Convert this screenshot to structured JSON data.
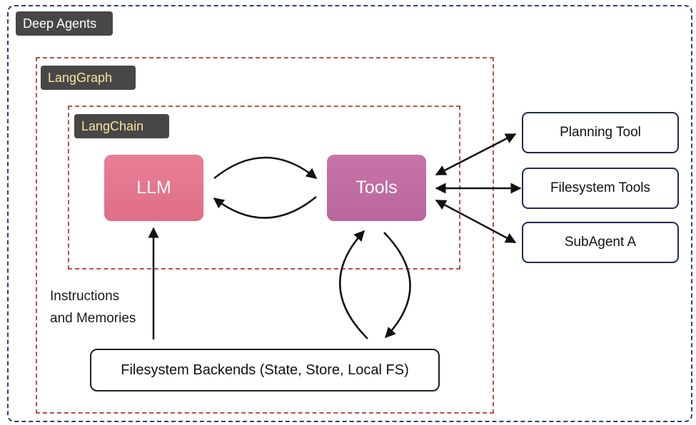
{
  "frames": {
    "deep_agents": "Deep Agents",
    "langgraph": "LangGraph",
    "langchain": "LangChain"
  },
  "nodes": {
    "llm": "LLM",
    "tools": "Tools"
  },
  "tool_targets": {
    "planning": "Planning Tool",
    "filesystem": "Filesystem Tools",
    "subagent": "SubAgent A"
  },
  "backends": "Filesystem Backends (State, Store, Local FS)",
  "instructions_label": {
    "line1": "Instructions",
    "line2": "and Memories"
  },
  "colors": {
    "deep_agents_border": "#2b3f78",
    "inner_frame_border": "#b5524a",
    "tag_background": "#494745",
    "tag_gold_text": "#f4e4a3",
    "llm_fill": "#e77f94",
    "tools_fill": "#c874a8",
    "tool_box_border": "#1f2a55"
  }
}
